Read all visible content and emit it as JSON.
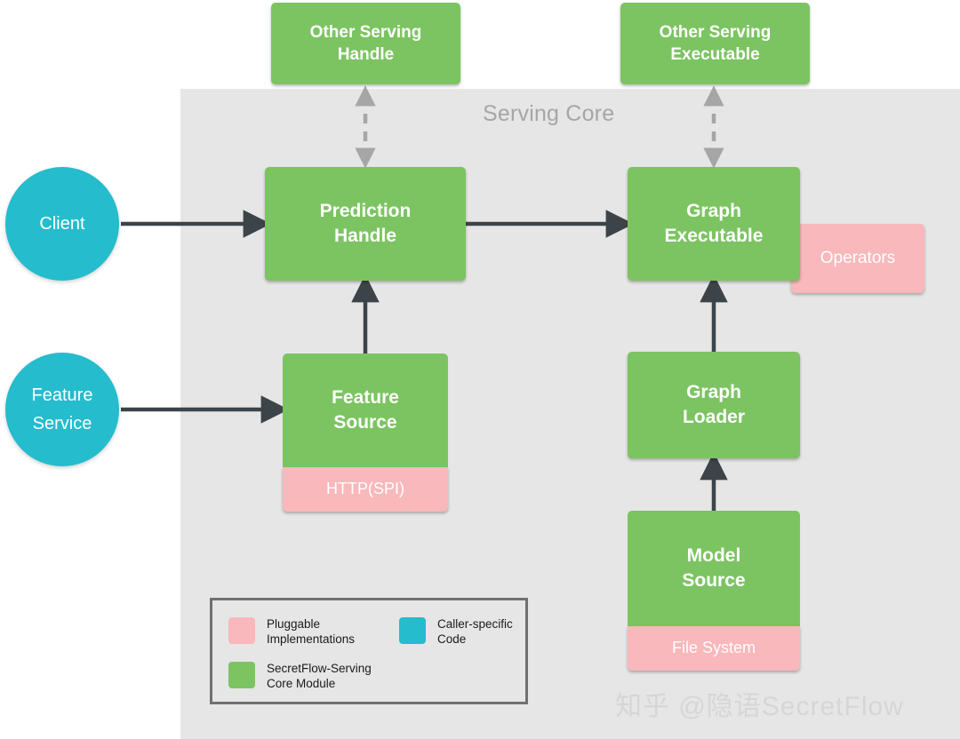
{
  "diagram": {
    "core_panel": {
      "title": "Serving Core"
    },
    "nodes": {
      "other_serving_handle": {
        "line1": "Other Serving",
        "line2": "Handle"
      },
      "other_serving_executable": {
        "line1": "Other Serving",
        "line2": "Executable"
      },
      "prediction_handle": {
        "line1": "Prediction",
        "line2": "Handle"
      },
      "graph_executable": {
        "line1": "Graph",
        "line2": "Executable"
      },
      "operators": {
        "label": "Operators"
      },
      "feature_source": {
        "line1": "Feature",
        "line2": "Source"
      },
      "http_spi": {
        "label": "HTTP(SPI)"
      },
      "graph_loader": {
        "line1": "Graph",
        "line2": "Loader"
      },
      "model_source": {
        "line1": "Model",
        "line2": "Source"
      },
      "file_system": {
        "label": "File System"
      },
      "client": {
        "label": "Client"
      },
      "feature_service": {
        "line1": "Feature",
        "line2": "Service"
      }
    },
    "legend": {
      "items": [
        {
          "key": "pluggable",
          "label": "Pluggable\nImplementations",
          "color": "#f9b8bc"
        },
        {
          "key": "core",
          "label": "SecretFlow-Serving\nCore Module",
          "color": "#7cc462"
        },
        {
          "key": "caller",
          "label": "Caller-specific\nCode",
          "color": "#25bccd"
        }
      ]
    },
    "watermark": {
      "text": "知乎 @隐语SecretFlow"
    },
    "colors": {
      "green": "#7cc462",
      "pink": "#f9b8bc",
      "teal": "#25bccd",
      "panel_gray": "#e6e6e6",
      "arrow_dark": "#3d4449",
      "arrow_gray": "#a6a6a6",
      "title_gray": "#a6a6a6",
      "legend_border": "#707070",
      "watermark_gray": "#d6d6d6"
    }
  }
}
